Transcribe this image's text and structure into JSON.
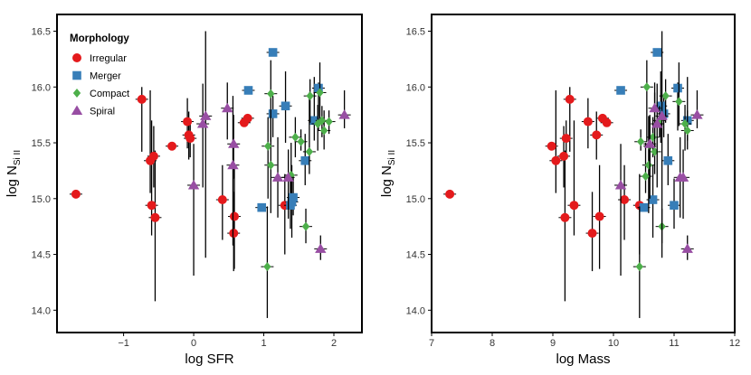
{
  "colors": {
    "Irregular": "#E41A1C",
    "Merger": "#377EB8",
    "Compact": "#4DAF4A",
    "Spiral": "#984EA3",
    "error_bar": "#000000",
    "frame": "#000000"
  },
  "markers": {
    "Irregular": "circle",
    "Merger": "square",
    "Compact": "diamond",
    "Spiral": "triangle"
  },
  "legend": {
    "title": "Morphology",
    "entries": [
      "Irregular",
      "Merger",
      "Compact",
      "Spiral"
    ]
  },
  "chart_data": [
    {
      "type": "scatter",
      "xlabel": "log SFR",
      "ylabel_main": "log N",
      "ylabel_sub": "Si II",
      "xlim": [
        -1.95,
        2.4
      ],
      "ylim": [
        13.8,
        16.65
      ],
      "xticks": [
        -1,
        0,
        1,
        2
      ],
      "xtick_labels": [
        "−1",
        "0",
        "1",
        "2"
      ],
      "yticks": [
        14.0,
        14.5,
        15.0,
        15.5,
        16.0,
        16.5
      ],
      "ytick_labels": [
        "14.0",
        "14.5",
        "15.0",
        "15.5",
        "16.0",
        "16.5"
      ],
      "legend_position": "top-left",
      "series": [
        {
          "name": "Irregular",
          "points": [
            {
              "x": -1.68,
              "y": 15.04,
              "lo": 15.04,
              "hi": 15.04
            },
            {
              "x": -0.74,
              "y": 15.89,
              "lo": 15.42,
              "hi": 16.0
            },
            {
              "x": -0.62,
              "y": 15.34,
              "lo": 15.05,
              "hi": 15.97
            },
            {
              "x": -0.57,
              "y": 15.38,
              "lo": 15.1,
              "hi": 15.65
            },
            {
              "x": -0.6,
              "y": 14.94,
              "lo": 14.67,
              "hi": 15.7
            },
            {
              "x": -0.55,
              "y": 14.83,
              "lo": 14.08,
              "hi": 15.43
            },
            {
              "x": -0.31,
              "y": 15.47,
              "lo": 15.47,
              "hi": 15.47
            },
            {
              "x": -0.09,
              "y": 15.69,
              "lo": 15.45,
              "hi": 15.9
            },
            {
              "x": -0.07,
              "y": 15.57,
              "lo": 15.35,
              "hi": 15.78
            },
            {
              "x": -0.05,
              "y": 15.54,
              "lo": 15.37,
              "hi": 15.7
            },
            {
              "x": 0.41,
              "y": 14.99,
              "lo": 14.63,
              "hi": 15.3
            },
            {
              "x": 0.58,
              "y": 14.84,
              "lo": 14.37,
              "hi": 15.3
            },
            {
              "x": 0.57,
              "y": 14.69,
              "lo": 14.35,
              "hi": 15.06
            },
            {
              "x": 0.72,
              "y": 15.68,
              "lo": 15.68,
              "hi": 15.68
            },
            {
              "x": 0.77,
              "y": 15.72,
              "lo": 15.72,
              "hi": 15.72
            },
            {
              "x": 1.3,
              "y": 14.94,
              "lo": 14.5,
              "hi": 15.22
            }
          ]
        },
        {
          "name": "Merger",
          "points": [
            {
              "x": 0.78,
              "y": 15.97,
              "lo": 15.97,
              "hi": 15.97
            },
            {
              "x": 0.97,
              "y": 14.92,
              "lo": 14.92,
              "hi": 14.92
            },
            {
              "x": 1.13,
              "y": 16.31,
              "lo": 16.31,
              "hi": 16.31
            },
            {
              "x": 1.13,
              "y": 15.76,
              "lo": 15.55,
              "hi": 15.92
            },
            {
              "x": 1.31,
              "y": 15.83,
              "lo": 15.5,
              "hi": 16.14
            },
            {
              "x": 1.38,
              "y": 14.94,
              "lo": 14.73,
              "hi": 15.18
            },
            {
              "x": 1.4,
              "y": 14.97,
              "lo": 14.65,
              "hi": 15.3
            },
            {
              "x": 1.42,
              "y": 15.01,
              "lo": 14.85,
              "hi": 15.2
            },
            {
              "x": 1.59,
              "y": 15.34,
              "lo": 15.12,
              "hi": 15.58
            },
            {
              "x": 1.72,
              "y": 15.7,
              "lo": 15.52,
              "hi": 16.09
            },
            {
              "x": 1.78,
              "y": 15.99,
              "lo": 15.61,
              "hi": 16.04
            }
          ]
        },
        {
          "name": "Compact",
          "points": [
            {
              "x": 1.05,
              "y": 14.39,
              "lo": 13.93,
              "hi": 14.93
            },
            {
              "x": 1.06,
              "y": 15.47,
              "lo": 15.0,
              "hi": 15.73
            },
            {
              "x": 1.1,
              "y": 15.3,
              "lo": 14.87,
              "hi": 15.74
            },
            {
              "x": 1.1,
              "y": 15.94,
              "lo": 15.51,
              "hi": 16.24
            },
            {
              "x": 1.39,
              "y": 15.21,
              "lo": 15.05,
              "hi": 15.5
            },
            {
              "x": 1.45,
              "y": 15.55,
              "lo": 15.37,
              "hi": 15.73
            },
            {
              "x": 1.53,
              "y": 15.51,
              "lo": 15.43,
              "hi": 15.62
            },
            {
              "x": 1.6,
              "y": 14.75,
              "lo": 14.6,
              "hi": 14.91
            },
            {
              "x": 1.65,
              "y": 15.42,
              "lo": 15.22,
              "hi": 15.95
            },
            {
              "x": 1.66,
              "y": 15.92,
              "lo": 15.68,
              "hi": 16.07
            },
            {
              "x": 1.77,
              "y": 15.67,
              "lo": 15.43,
              "hi": 15.84
            },
            {
              "x": 1.8,
              "y": 15.95,
              "lo": 15.65,
              "hi": 16.22
            },
            {
              "x": 1.83,
              "y": 15.7,
              "lo": 15.55,
              "hi": 15.83
            },
            {
              "x": 1.86,
              "y": 15.61,
              "lo": 15.44,
              "hi": 15.79
            },
            {
              "x": 1.93,
              "y": 15.69,
              "lo": 15.58,
              "hi": 15.79
            }
          ]
        },
        {
          "name": "Spiral",
          "points": [
            {
              "x": 0.0,
              "y": 15.12,
              "lo": 14.31,
              "hi": 15.49
            },
            {
              "x": 0.13,
              "y": 15.67,
              "lo": 15.1,
              "hi": 16.03
            },
            {
              "x": 0.17,
              "y": 15.74,
              "lo": 14.47,
              "hi": 16.5
            },
            {
              "x": 0.48,
              "y": 15.81,
              "lo": 15.53,
              "hi": 16.04
            },
            {
              "x": 0.57,
              "y": 15.49,
              "lo": 15.18,
              "hi": 15.75
            },
            {
              "x": 0.56,
              "y": 15.3,
              "lo": 14.58,
              "hi": 15.92
            },
            {
              "x": 1.2,
              "y": 15.19,
              "lo": 14.83,
              "hi": 15.55
            },
            {
              "x": 1.35,
              "y": 15.19,
              "lo": 14.82,
              "hi": 15.44
            },
            {
              "x": 1.81,
              "y": 14.55,
              "lo": 14.45,
              "hi": 14.67
            },
            {
              "x": 2.15,
              "y": 15.75,
              "lo": 15.63,
              "hi": 15.97
            }
          ]
        }
      ]
    },
    {
      "type": "scatter",
      "xlabel": "log Mass",
      "ylabel_main": "log N",
      "ylabel_sub": "Si II",
      "xlim": [
        7.0,
        12.0
      ],
      "ylim": [
        13.8,
        16.65
      ],
      "xticks": [
        7,
        8,
        9,
        10,
        11,
        12
      ],
      "xtick_labels": [
        "7",
        "8",
        "9",
        "10",
        "11",
        "12"
      ],
      "yticks": [
        14.0,
        14.5,
        15.0,
        15.5,
        16.0,
        16.5
      ],
      "ytick_labels": [
        "14.0",
        "14.5",
        "15.0",
        "15.5",
        "16.0",
        "16.5"
      ],
      "series": [
        {
          "name": "Irregular",
          "points": [
            {
              "x": 7.3,
              "y": 15.04,
              "lo": 15.04,
              "hi": 15.04
            },
            {
              "x": 8.98,
              "y": 15.47,
              "lo": 15.47,
              "hi": 15.47
            },
            {
              "x": 9.05,
              "y": 15.34,
              "lo": 15.05,
              "hi": 15.97
            },
            {
              "x": 9.18,
              "y": 15.38,
              "lo": 15.1,
              "hi": 15.65
            },
            {
              "x": 9.22,
              "y": 15.54,
              "lo": 15.37,
              "hi": 15.7
            },
            {
              "x": 9.28,
              "y": 15.89,
              "lo": 15.42,
              "hi": 16.0
            },
            {
              "x": 9.2,
              "y": 14.83,
              "lo": 14.08,
              "hi": 15.43
            },
            {
              "x": 9.35,
              "y": 14.94,
              "lo": 14.67,
              "hi": 15.7
            },
            {
              "x": 9.58,
              "y": 15.69,
              "lo": 15.45,
              "hi": 15.9
            },
            {
              "x": 9.65,
              "y": 14.69,
              "lo": 14.35,
              "hi": 15.06
            },
            {
              "x": 9.72,
              "y": 15.57,
              "lo": 15.35,
              "hi": 15.78
            },
            {
              "x": 9.77,
              "y": 14.84,
              "lo": 14.37,
              "hi": 15.3
            },
            {
              "x": 9.82,
              "y": 15.72,
              "lo": 15.72,
              "hi": 15.72
            },
            {
              "x": 9.89,
              "y": 15.68,
              "lo": 15.68,
              "hi": 15.68
            },
            {
              "x": 10.18,
              "y": 14.99,
              "lo": 14.63,
              "hi": 15.3
            },
            {
              "x": 10.43,
              "y": 14.94,
              "lo": 14.5,
              "hi": 15.22
            }
          ]
        },
        {
          "name": "Merger",
          "points": [
            {
              "x": 10.12,
              "y": 15.97,
              "lo": 15.97,
              "hi": 15.97
            },
            {
              "x": 10.5,
              "y": 14.92,
              "lo": 14.92,
              "hi": 14.92
            },
            {
              "x": 10.65,
              "y": 14.99,
              "lo": 14.65,
              "hi": 15.3
            },
            {
              "x": 10.72,
              "y": 16.31,
              "lo": 16.31,
              "hi": 16.31
            },
            {
              "x": 10.78,
              "y": 15.83,
              "lo": 15.5,
              "hi": 16.14
            },
            {
              "x": 10.83,
              "y": 15.76,
              "lo": 15.55,
              "hi": 15.92
            },
            {
              "x": 10.9,
              "y": 15.34,
              "lo": 15.12,
              "hi": 15.58
            },
            {
              "x": 11.0,
              "y": 14.94,
              "lo": 14.73,
              "hi": 15.18
            },
            {
              "x": 11.06,
              "y": 15.99,
              "lo": 15.61,
              "hi": 16.04
            },
            {
              "x": 11.22,
              "y": 15.7,
              "lo": 15.52,
              "hi": 16.09
            }
          ]
        },
        {
          "name": "Compact",
          "points": [
            {
              "x": 10.43,
              "y": 14.39,
              "lo": 13.93,
              "hi": 14.93
            },
            {
              "x": 10.45,
              "y": 15.51,
              "lo": 15.43,
              "hi": 15.62
            },
            {
              "x": 10.53,
              "y": 15.2,
              "lo": 15.05,
              "hi": 15.5
            },
            {
              "x": 10.58,
              "y": 15.3,
              "lo": 14.87,
              "hi": 15.74
            },
            {
              "x": 10.55,
              "y": 16.0,
              "lo": 15.51,
              "hi": 16.24
            },
            {
              "x": 10.6,
              "y": 15.47,
              "lo": 15.0,
              "hi": 15.73
            },
            {
              "x": 10.65,
              "y": 15.55,
              "lo": 15.37,
              "hi": 15.73
            },
            {
              "x": 10.68,
              "y": 15.42,
              "lo": 15.22,
              "hi": 15.95
            },
            {
              "x": 10.76,
              "y": 15.7,
              "lo": 15.55,
              "hi": 15.83
            },
            {
              "x": 10.8,
              "y": 14.75,
              "lo": 14.6,
              "hi": 14.91
            },
            {
              "x": 10.86,
              "y": 15.92,
              "lo": 15.68,
              "hi": 16.07
            },
            {
              "x": 11.08,
              "y": 15.87,
              "lo": 15.65,
              "hi": 16.22
            },
            {
              "x": 11.18,
              "y": 15.67,
              "lo": 15.43,
              "hi": 15.84
            },
            {
              "x": 11.22,
              "y": 15.61,
              "lo": 15.44,
              "hi": 15.79
            }
          ]
        },
        {
          "name": "Spiral",
          "points": [
            {
              "x": 10.12,
              "y": 15.12,
              "lo": 14.31,
              "hi": 15.49
            },
            {
              "x": 10.6,
              "y": 15.49,
              "lo": 15.18,
              "hi": 15.75
            },
            {
              "x": 10.68,
              "y": 15.81,
              "lo": 15.53,
              "hi": 16.04
            },
            {
              "x": 10.72,
              "y": 15.67,
              "lo": 15.1,
              "hi": 16.03
            },
            {
              "x": 10.8,
              "y": 15.74,
              "lo": 14.47,
              "hi": 16.5
            },
            {
              "x": 11.1,
              "y": 15.19,
              "lo": 14.83,
              "hi": 15.55
            },
            {
              "x": 11.15,
              "y": 15.19,
              "lo": 14.82,
              "hi": 15.44
            },
            {
              "x": 11.22,
              "y": 14.55,
              "lo": 14.45,
              "hi": 14.67
            },
            {
              "x": 11.38,
              "y": 15.75,
              "lo": 15.63,
              "hi": 15.97
            }
          ]
        }
      ]
    }
  ]
}
